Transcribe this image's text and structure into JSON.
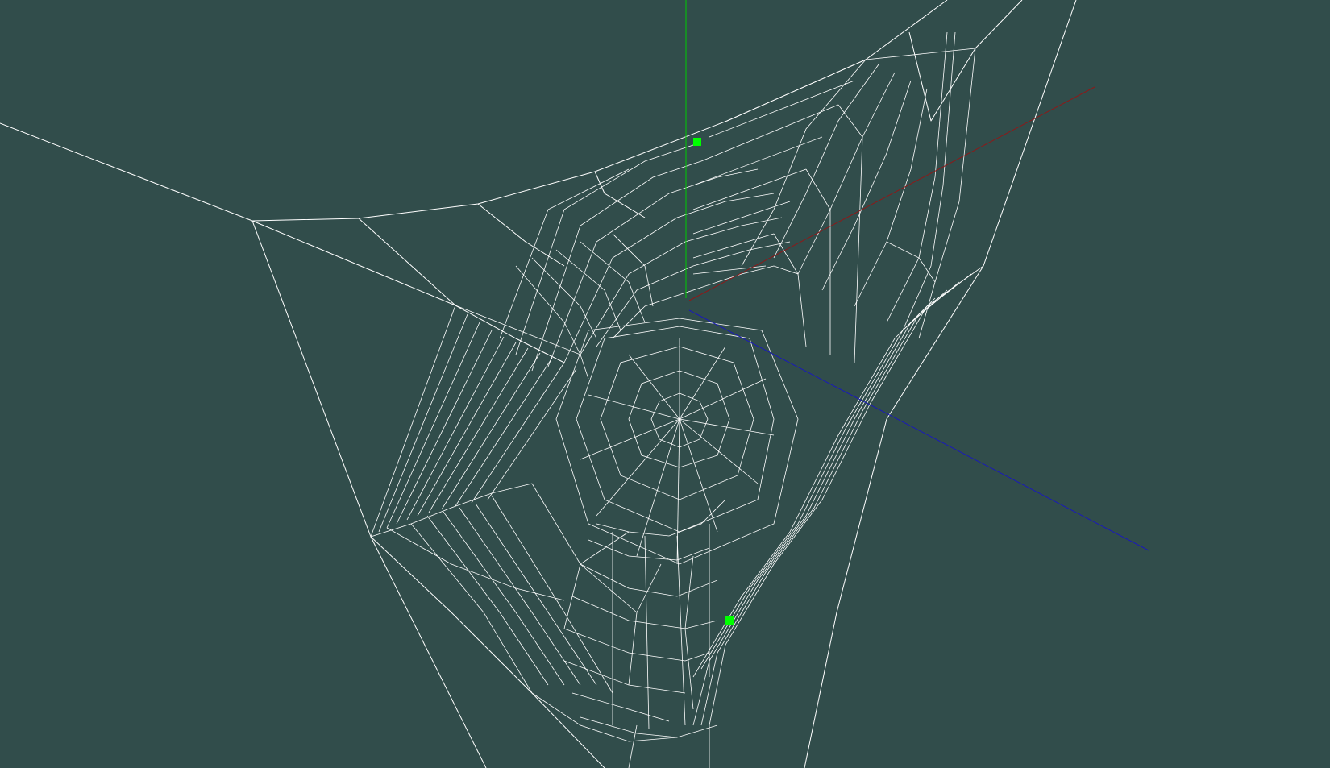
{
  "scene": {
    "background_color": "#314d4b",
    "wireframe_color": "#ffffff",
    "axes": {
      "x_axis_color": "#8b1a1a",
      "y_axis_color": "#00cc00",
      "z_axis_color": "#1a1ab8"
    },
    "control_point_color": "#00ff00",
    "control_points": [
      "control-point-upper",
      "control-point-lower"
    ],
    "mesh_type": "wireframe-voronoi"
  }
}
